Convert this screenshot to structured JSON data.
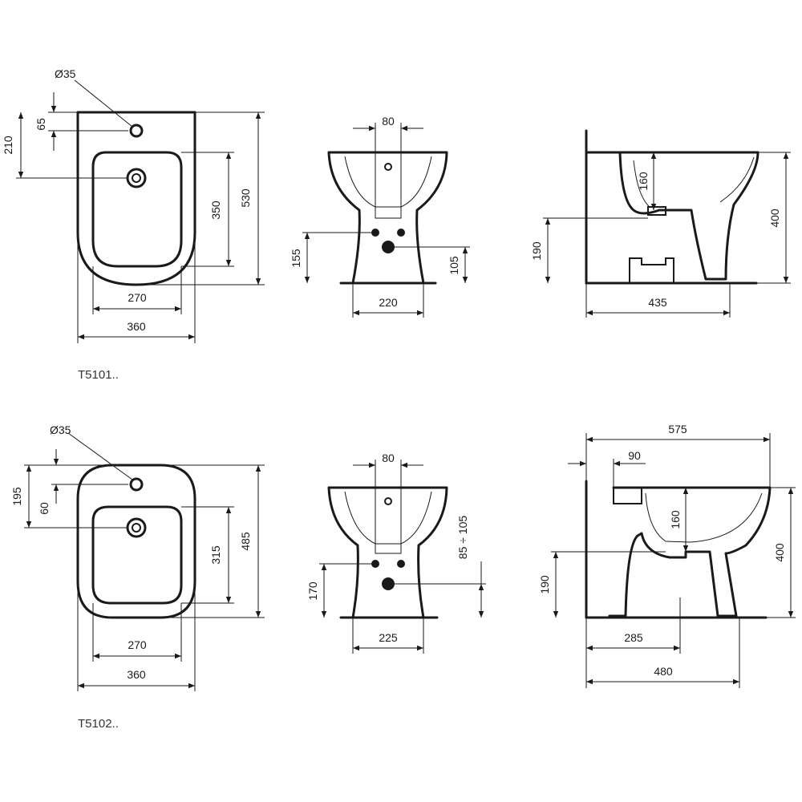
{
  "variants": [
    {
      "code": "T5101..",
      "top_view": {
        "hole_diameter": "Ø35",
        "dims": {
          "tap_hole_offset": "65",
          "depth_to_drain": "210",
          "bowl_depth": "350",
          "overall_depth": "530",
          "bowl_width": "270",
          "overall_width": "360"
        }
      },
      "front_view": {
        "dims": {
          "tap_spacing": "80",
          "inlet_height": "155",
          "outlet_height": "105",
          "base_width": "220"
        }
      },
      "side_view": {
        "dims": {
          "rim_to_overflow": "160",
          "overall_height": "400",
          "inlet_height": "190",
          "projection": "435"
        }
      }
    },
    {
      "code": "T5102..",
      "top_view": {
        "hole_diameter": "Ø35",
        "dims": {
          "depth_to_drain": "195",
          "tap_hole_offset": "60",
          "bowl_depth": "315",
          "overall_depth": "485",
          "bowl_width": "270",
          "overall_width": "360"
        }
      },
      "front_view": {
        "dims": {
          "tap_spacing": "80",
          "inlet_height": "170",
          "outlet_range": "85 ÷ 105",
          "base_width": "225"
        }
      },
      "side_view": {
        "dims": {
          "overall_projection_top": "575",
          "wall_offset": "90",
          "rim_to_overflow": "160",
          "overall_height": "400",
          "inlet_height": "190",
          "outlet_distance": "285",
          "projection": "480"
        }
      }
    }
  ]
}
